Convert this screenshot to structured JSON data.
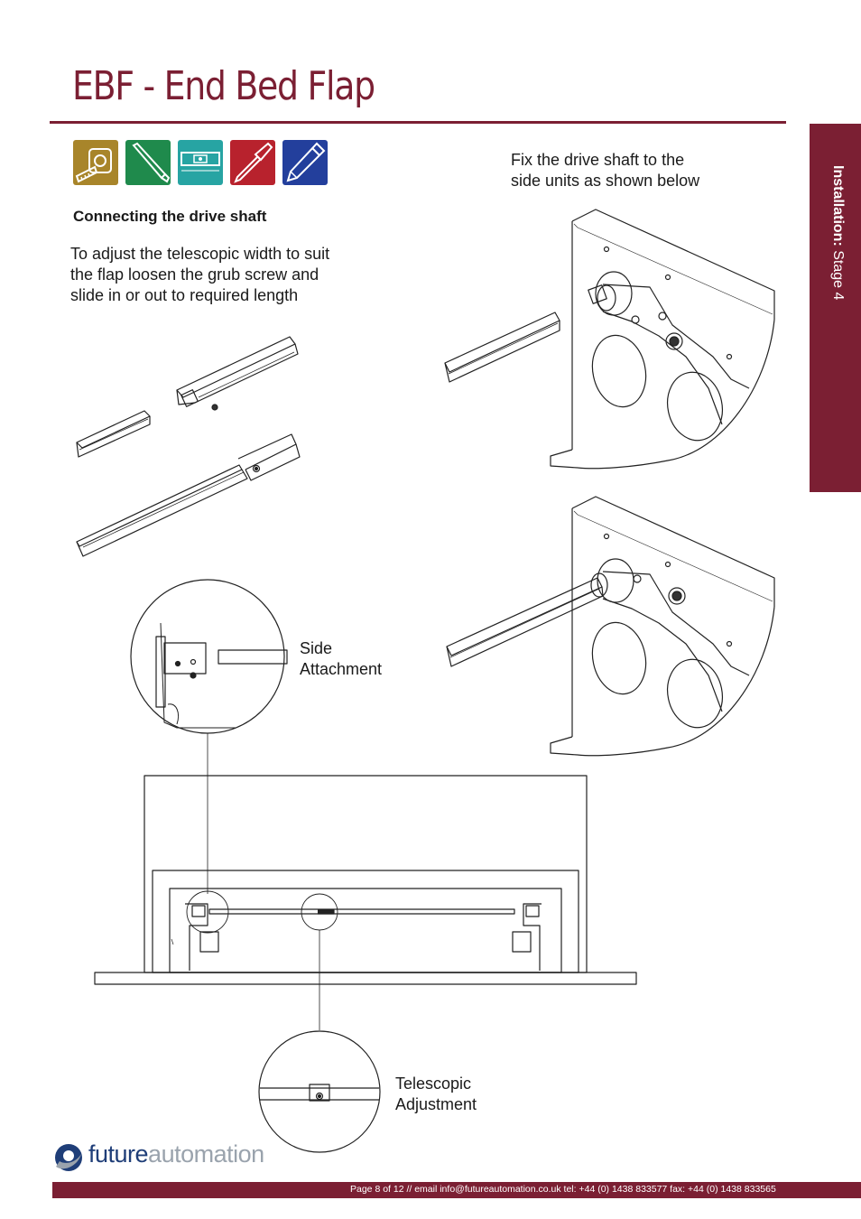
{
  "title": "EBF - End Bed Flap",
  "side_tab": {
    "bold": "Installation:",
    "rest": " Stage  4"
  },
  "tools": [
    {
      "name": "tape-measure-icon",
      "color": "#a8852a"
    },
    {
      "name": "allen-key-icon",
      "color": "#1f8a4c"
    },
    {
      "name": "spirit-level-icon",
      "color": "#27a4a3"
    },
    {
      "name": "screwdriver-icon",
      "color": "#b8222d"
    },
    {
      "name": "pencil-icon",
      "color": "#233f9c"
    }
  ],
  "section_heading": "Connecting the drive shaft",
  "instructions": {
    "left": [
      "To adjust the telescopic width to suit",
      "the flap loosen the grub screw and",
      "slide in or out to required length"
    ],
    "right": [
      "Fix the drive shaft to the",
      "side units as shown below"
    ]
  },
  "callouts": {
    "side_attachment": [
      "Side",
      "Attachment"
    ],
    "telescopic_adjustment": [
      "Telescopic",
      "Adjustment"
    ]
  },
  "logo": {
    "part1": "future",
    "part2": "automation"
  },
  "footer": "Page 8 of 12 // email info@futureautomation.co.uk  tel: +44 (0) 1438 833577  fax: +44 (0) 1438 833565",
  "colors": {
    "brand": "#7b1f33",
    "logo_blue": "#1f3e78",
    "logo_grey": "#9aa3ad"
  }
}
